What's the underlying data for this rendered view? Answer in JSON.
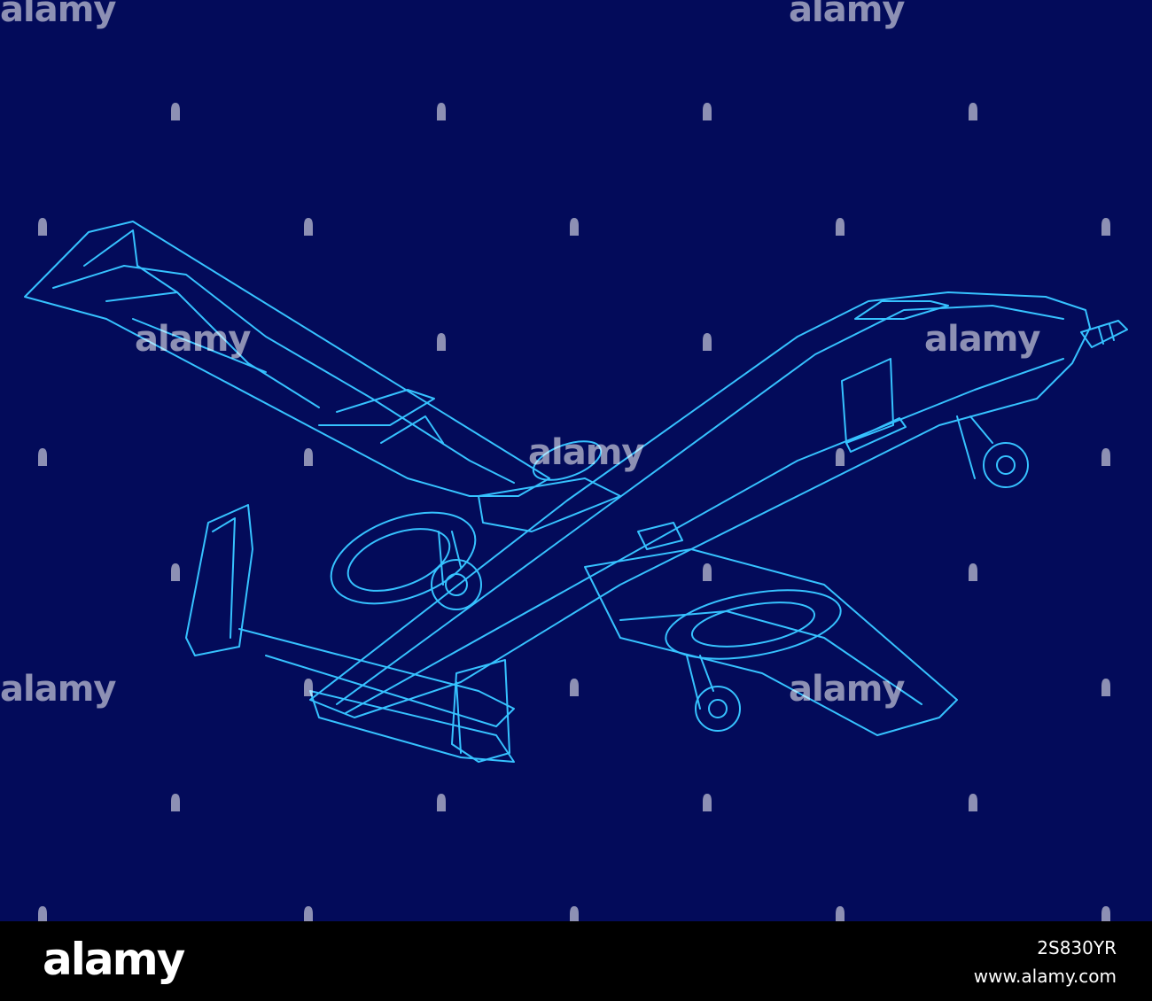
{
  "image": {
    "background_color": "#030b5a",
    "line_color": "#2fb6ff",
    "subject": "drone-wireframe"
  },
  "watermark": {
    "text": "alamy"
  },
  "footer": {
    "logo": "alamy",
    "image_id": "2S830YR",
    "site": "www.alamy.com"
  }
}
